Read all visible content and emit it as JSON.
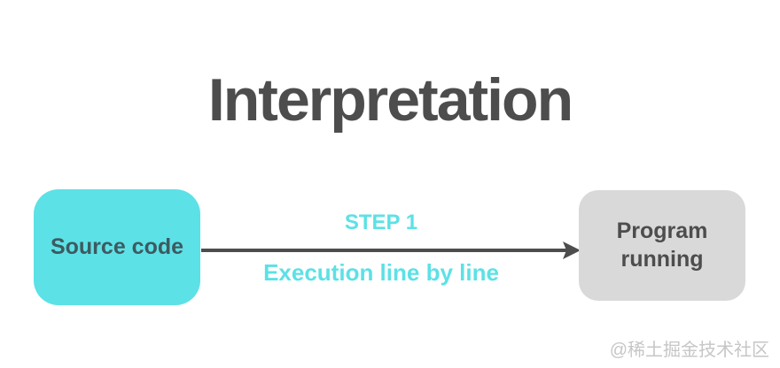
{
  "title": {
    "text": "Interpretation"
  },
  "diagram": {
    "source_box": {
      "label": "Source code"
    },
    "target_box": {
      "label": "Program running"
    },
    "arrow": {
      "step_label": "STEP 1",
      "description": "Execution line by line",
      "direction": "left-to-right"
    }
  },
  "watermark": {
    "text": "@稀土掘金技术社区"
  },
  "colors": {
    "teal": "#5ce1e6",
    "teal_text": "#3d5a60",
    "dark_gray": "#4d4d4d",
    "light_gray_box": "#d9d9d9",
    "watermark_gray": "#c6c6c6",
    "background": "#ffffff"
  }
}
